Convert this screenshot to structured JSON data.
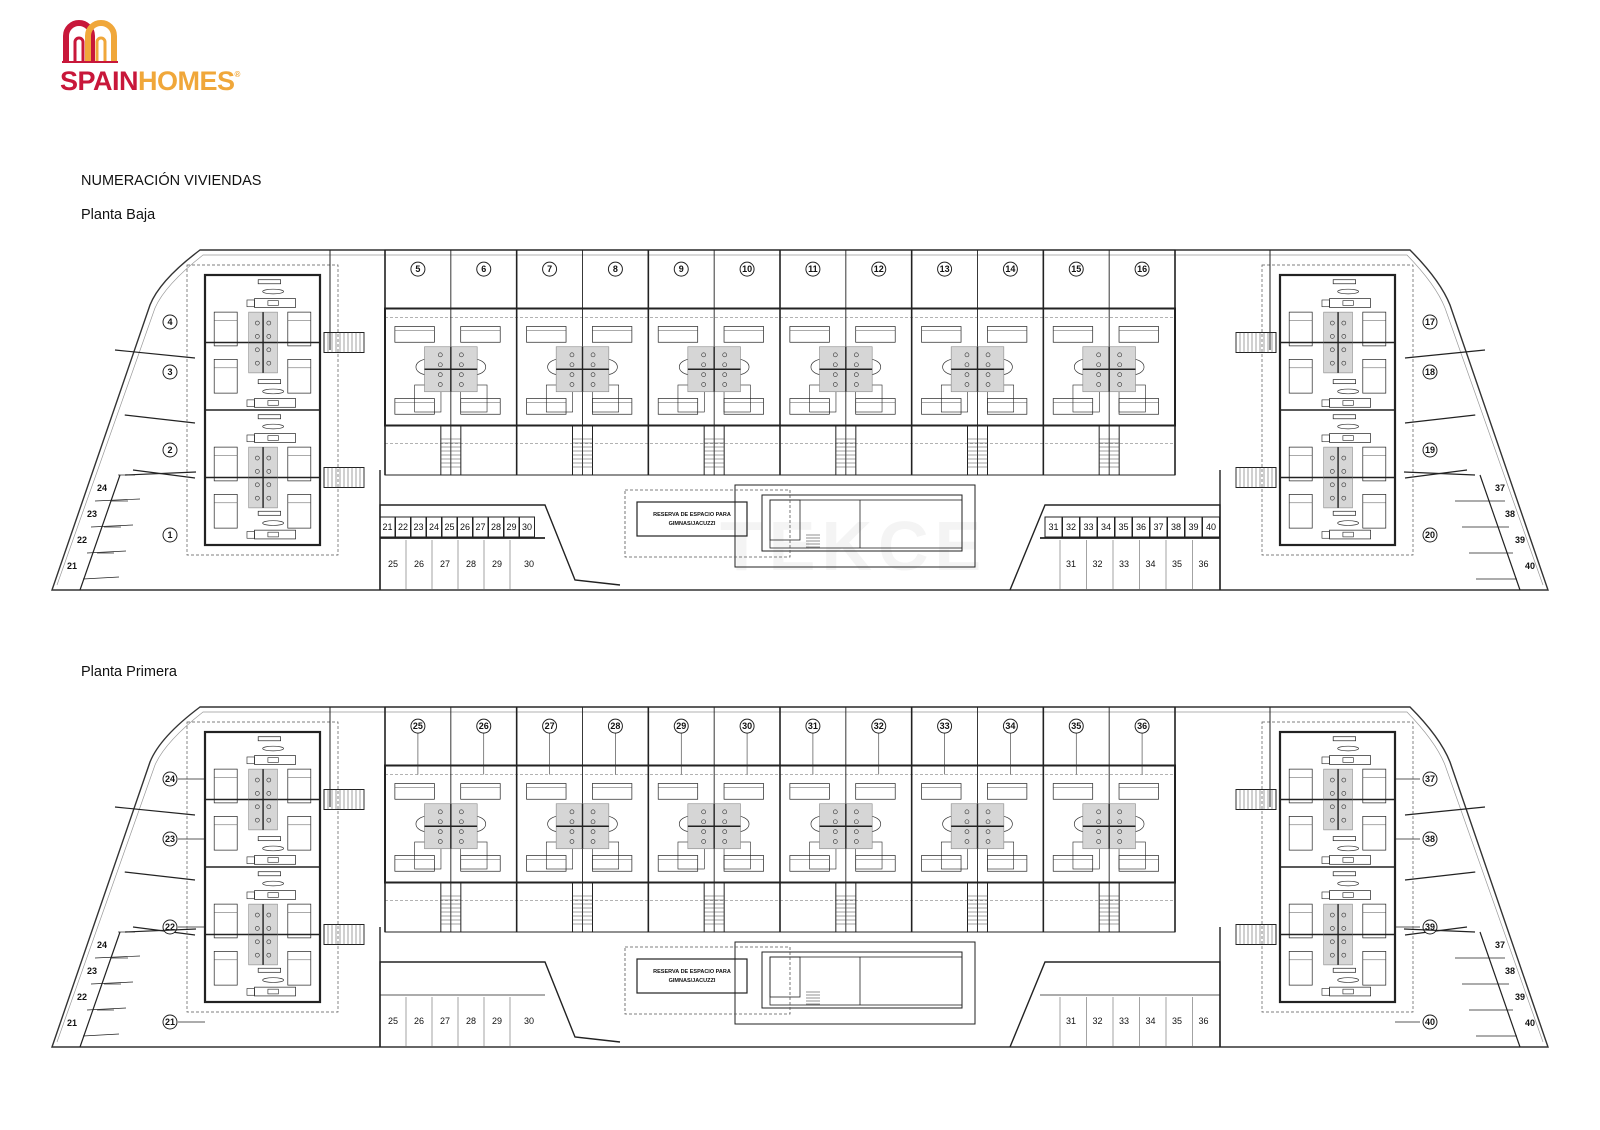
{
  "logo": {
    "brand_part1": "SPAIN",
    "brand_part2": "HOMES",
    "registered": "®",
    "colors": {
      "primary": "#c8173a",
      "secondary": "#f0a73a"
    },
    "icon": "arch-house-icon"
  },
  "document": {
    "title": "NUMERACIÓN VIVIENDAS",
    "watermark": "TEKCE"
  },
  "floors": [
    {
      "name": "Planta Baja",
      "unit_labels": {
        "left_block": [
          "4",
          "3",
          "2",
          "1"
        ],
        "center_row": [
          "5",
          "6",
          "7",
          "8",
          "9",
          "10",
          "11",
          "12",
          "13",
          "14",
          "15",
          "16"
        ],
        "right_block": [
          "17",
          "18",
          "19",
          "20"
        ]
      },
      "storage_left": [
        "21",
        "22",
        "23",
        "24",
        "25",
        "26",
        "27",
        "28",
        "29",
        "30"
      ],
      "storage_right": [
        "31",
        "32",
        "33",
        "34",
        "35",
        "36",
        "37",
        "38",
        "39",
        "40"
      ],
      "parking_left": [
        "25",
        "26",
        "27",
        "28",
        "29",
        "30"
      ],
      "parking_right": [
        "31",
        "32",
        "33",
        "34",
        "35",
        "36"
      ],
      "garden_left": [
        "24",
        "23",
        "22",
        "21"
      ],
      "garden_right": [
        "37",
        "38",
        "39",
        "40"
      ],
      "reserve_label_line1": "RESERVA DE ESPACIO PARA",
      "reserve_label_line2": "GIMNAS/JACUZZI"
    },
    {
      "name": "Planta Primera",
      "unit_labels": {
        "left_block": [
          "24",
          "23",
          "22",
          "21"
        ],
        "center_row": [
          "25",
          "26",
          "27",
          "28",
          "29",
          "30",
          "31",
          "32",
          "33",
          "34",
          "35",
          "36"
        ],
        "right_block": [
          "37",
          "38",
          "39",
          "40"
        ]
      },
      "parking_left": [
        "25",
        "26",
        "27",
        "28",
        "29",
        "30"
      ],
      "parking_right": [
        "31",
        "32",
        "33",
        "34",
        "35",
        "36"
      ],
      "garden_left": [
        "24",
        "23",
        "22",
        "21"
      ],
      "garden_right": [
        "37",
        "38",
        "39",
        "40"
      ],
      "reserve_label_line1": "RESERVA DE ESPACIO PARA",
      "reserve_label_line2": "GIMNAS/JACUZZI"
    }
  ]
}
